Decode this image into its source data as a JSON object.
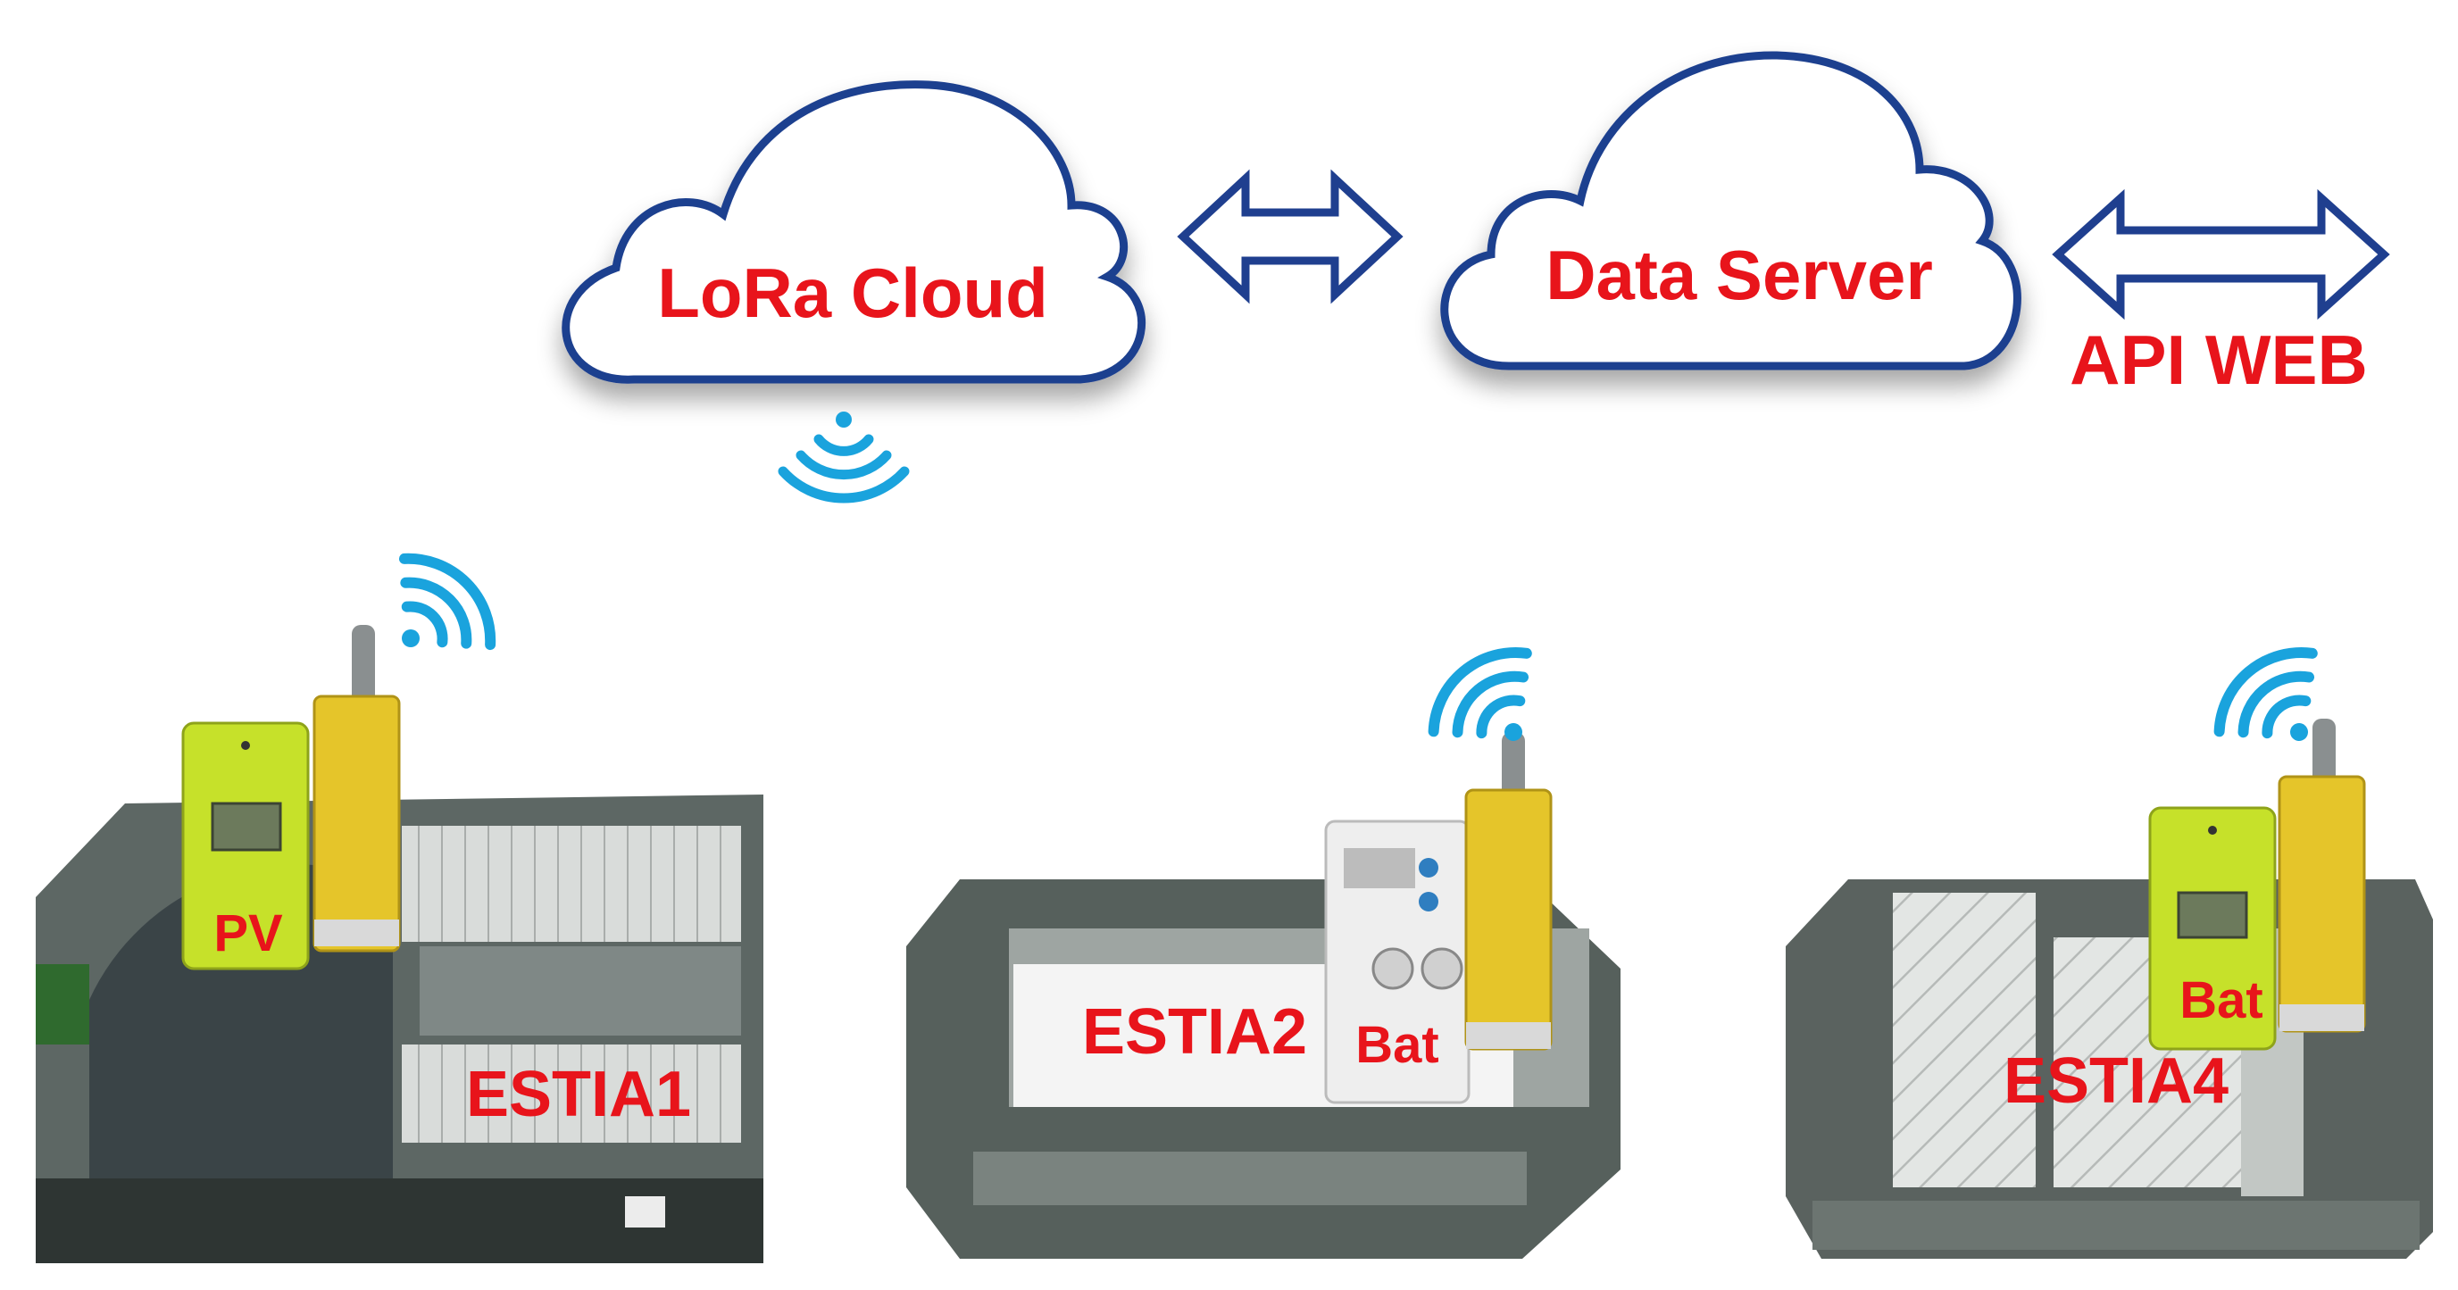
{
  "clouds": {
    "lora": {
      "label": "LoRa Cloud"
    },
    "server": {
      "label": "Data Server"
    }
  },
  "api": {
    "label": "API WEB"
  },
  "sites": [
    {
      "name": "ESTIA1",
      "device": "PV"
    },
    {
      "name": "ESTIA2",
      "device": "Bat"
    },
    {
      "name": "ESTIA4",
      "device": "Bat"
    }
  ],
  "colors": {
    "label_red": "#e8141b",
    "cloud_outline": "#1f3f8f",
    "arrow_outline": "#1f3f8f",
    "wifi_blue": "#1aa3dd",
    "meter_green": "#c6e12a",
    "antenna_yellow": "#e5c52a"
  },
  "icons": [
    "cloud-icon",
    "double-arrow-icon",
    "wifi-icon",
    "smart-meter-icon",
    "antenna-icon",
    "aerial-photo"
  ]
}
